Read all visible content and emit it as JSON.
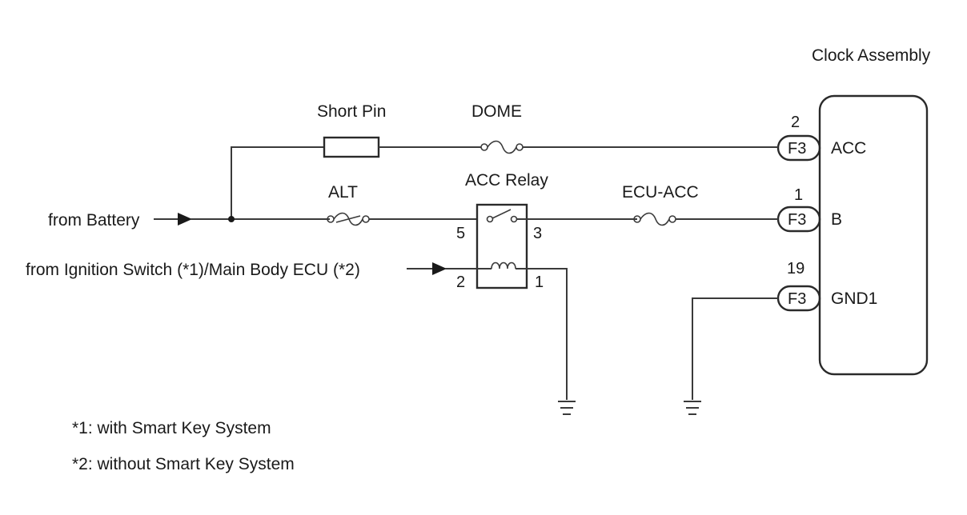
{
  "clock_assembly": {
    "title": "Clock Assembly",
    "terminals": [
      {
        "pin": "2",
        "connector": "F3",
        "name": "ACC"
      },
      {
        "pin": "1",
        "connector": "F3",
        "name": "B"
      },
      {
        "pin": "19",
        "connector": "F3",
        "name": "GND1"
      }
    ]
  },
  "fuses": {
    "short_pin": "Short Pin",
    "dome": "DOME",
    "alt": "ALT",
    "ecu_acc": "ECU-ACC"
  },
  "relay": {
    "title": "ACC Relay",
    "pins": {
      "p5": "5",
      "p3": "3",
      "p2": "2",
      "p1": "1"
    }
  },
  "sources": {
    "battery": "from Battery",
    "ignition": "from Ignition Switch (*1)/Main Body ECU (*2)"
  },
  "notes": [
    "*1: with Smart Key System",
    "*2: without Smart Key System"
  ]
}
